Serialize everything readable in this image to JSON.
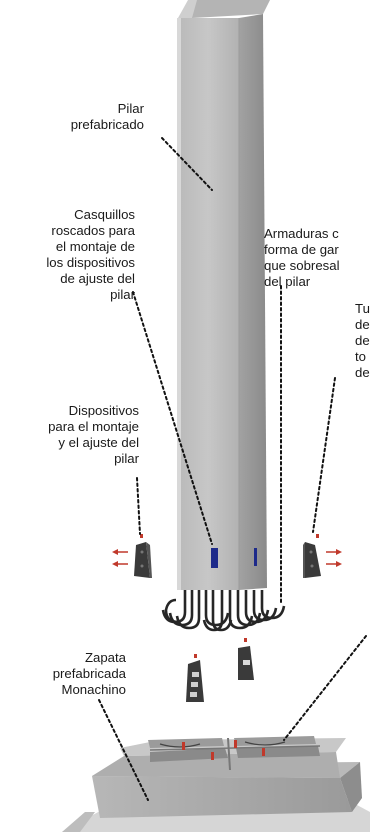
{
  "labels": {
    "pilar": [
      "Pilar",
      "prefabricado"
    ],
    "casquillos": [
      "Casquillos",
      "roscados para",
      "el montaje de",
      "los dispositivos",
      "de ajuste del",
      "pilar"
    ],
    "armaduras": [
      "Armaduras c",
      "forma de gar",
      "que sobresal",
      "del  pilar"
    ],
    "tubos": [
      "Tu",
      "de",
      "de",
      "to",
      "de"
    ],
    "dispositivos": [
      "Dispositivos",
      "para el montaje",
      "y el ajuste del",
      "pilar"
    ],
    "zapata": [
      "Zapata",
      "prefabricada",
      "Monachino"
    ]
  },
  "colors": {
    "pillar_light": "#c9c9c9",
    "pillar_mid": "#a9a9a9",
    "pillar_dark": "#8e8e8e",
    "rebar": "#2b2b2b",
    "bracket": "#3a3a3a",
    "sleeve": "#1d2a8a",
    "arrow": "#c0392b",
    "footing": "#a3a3a3",
    "ground": "#cfcfcf"
  }
}
